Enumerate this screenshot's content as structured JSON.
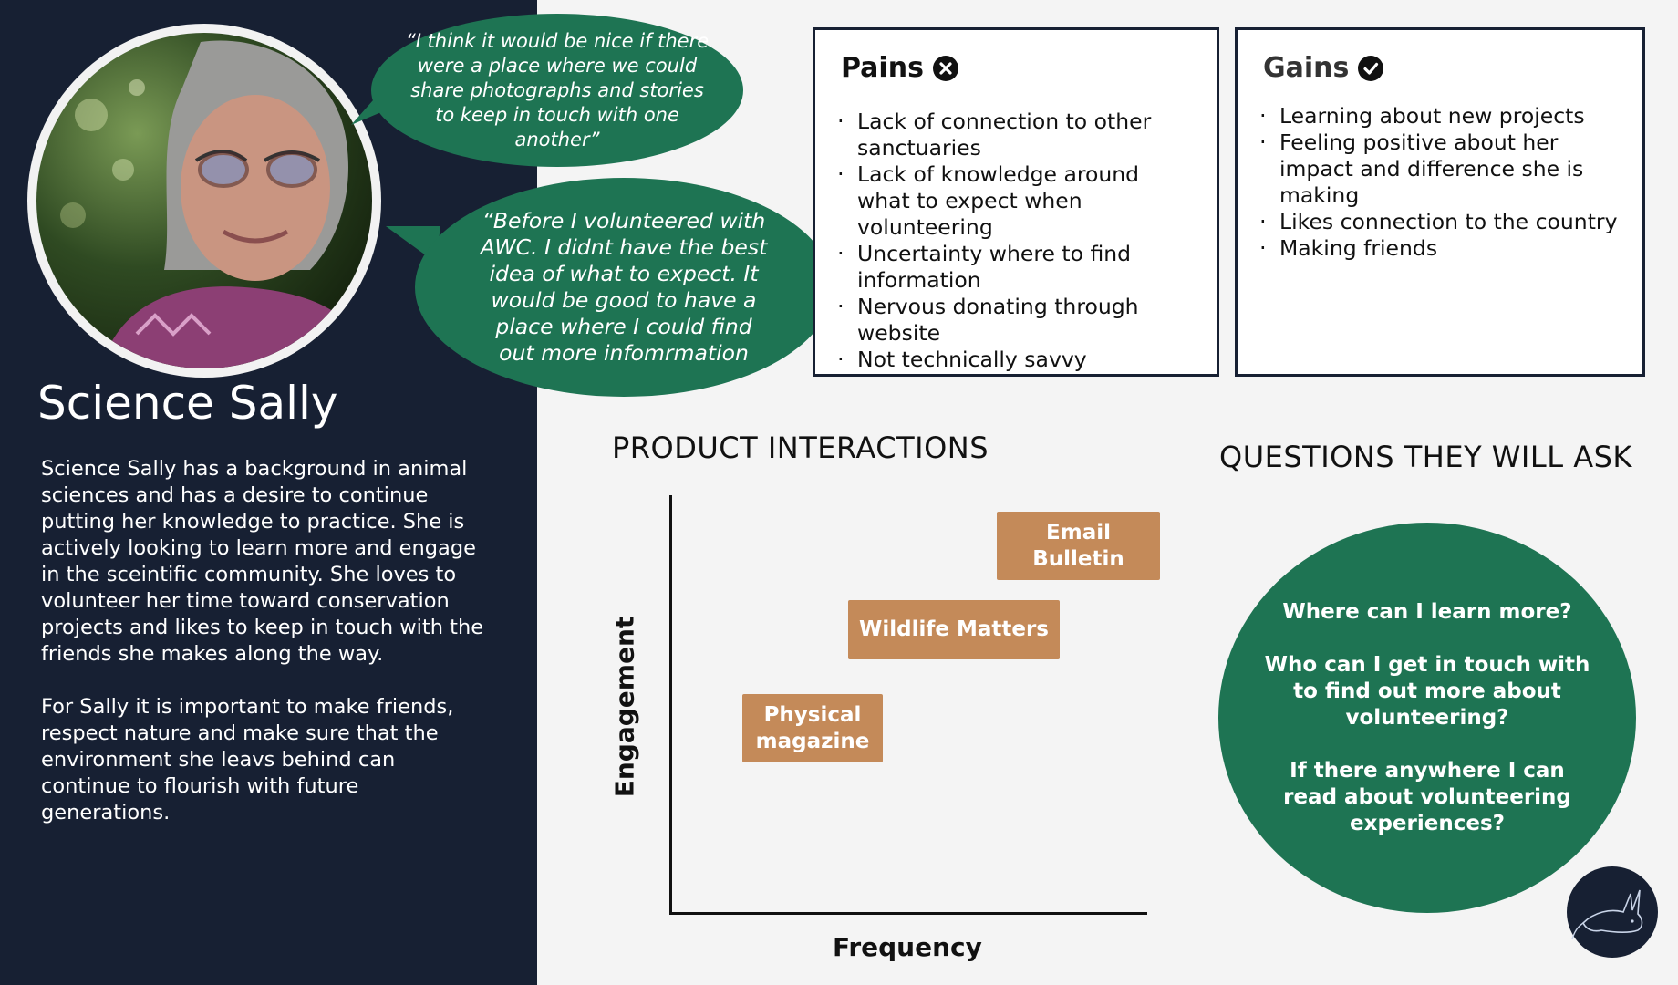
{
  "persona": {
    "name": "Science Sally",
    "description": [
      "Science Sally has a background in animal sciences and has a desire to continue putting her knowledge to practice. She is actively looking to learn more and engage in the sceintific community. She loves to volunteer her time toward conservation projects and likes to keep in touch with the friends she makes along the way.",
      "For Sally it is important to make friends, respect nature and make sure that the environment she leavs behind can continue to flourish with future generations."
    ]
  },
  "quotes": [
    "“I think it would be nice if there were a place where we could share photographs and stories to keep in touch with one another”",
    "“Before I volunteered with AWC. I didnt have the best idea of what to expect. It would be good to have a place where I could find out more infomrmation"
  ],
  "pains": {
    "title": "Pains",
    "icon": "x-circle-icon",
    "items": [
      "Lack of connection to other sanctuaries",
      "Lack of knowledge around what to expect when volunteering",
      "Uncertainty where to find information",
      "Nervous donating through website",
      "Not technically savvy"
    ]
  },
  "gains": {
    "title": "Gains",
    "icon": "check-circle-icon",
    "items": [
      "Learning about new projects",
      "Feeling positive about her impact and difference she is making",
      "Likes connection to the country",
      "Making friends"
    ]
  },
  "interactions": {
    "title": "PRODUCT INTERACTIONS",
    "y_label": "Engagement",
    "x_label": "Frequency",
    "items": [
      {
        "label": "Email Bulletin",
        "frequency": "high",
        "engagement": "high"
      },
      {
        "label": "Wildlife Matters",
        "frequency": "medium",
        "engagement": "medium"
      },
      {
        "label": "Physical magazine",
        "frequency": "low",
        "engagement": "low"
      }
    ]
  },
  "questions": {
    "title": "QUESTIONS THEY WILL ASK",
    "items": [
      "Where can I learn more?",
      "Who can I get in touch with to find out more about volunteering?",
      "If there anywhere I can read about volunteering experiences?"
    ]
  },
  "colors": {
    "navy": "#172033",
    "green": "#1e7453",
    "tan": "#c48a59",
    "background": "#f4f4f4"
  }
}
